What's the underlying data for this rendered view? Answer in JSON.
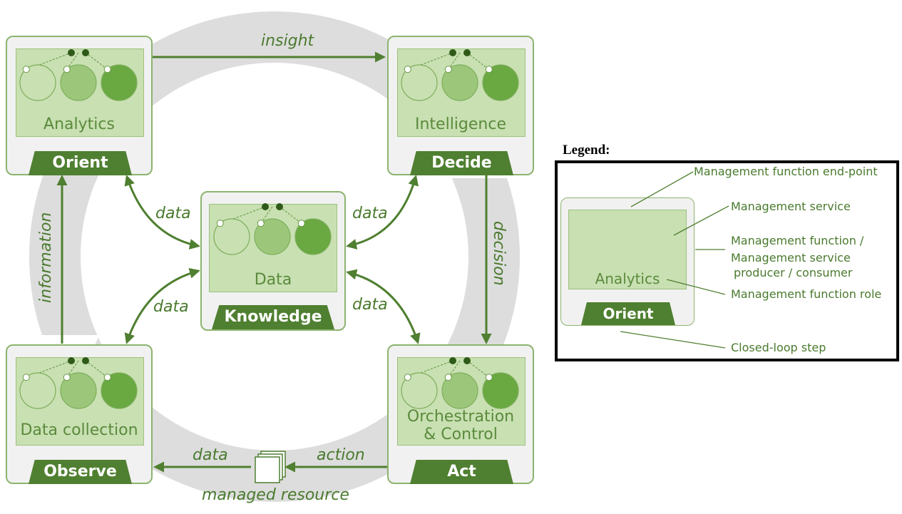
{
  "nodes": {
    "orient": {
      "role": "Analytics",
      "step": "Orient"
    },
    "decide": {
      "role": "Intelligence",
      "step": "Decide"
    },
    "knowledge": {
      "role": "Data",
      "step": "Knowledge"
    },
    "observe": {
      "role": "Data collection",
      "step": "Observe"
    },
    "act": {
      "role_line1": "Orchestration",
      "role_line2": "& Control",
      "step": "Act"
    }
  },
  "edges": {
    "insight": "insight",
    "decision": "decision",
    "information": "information",
    "data_orient_knowledge": "data",
    "data_decide_knowledge": "data",
    "data_observe_knowledge": "data",
    "data_act_knowledge": "data",
    "data_bottom": "data",
    "action": "action",
    "managed_resource": "managed resource"
  },
  "legend": {
    "title": "Legend:",
    "example_role": "Analytics",
    "example_step": "Orient",
    "items": {
      "endpoint": "Management function end-point",
      "service": "Management service",
      "function_line1": "Management function /",
      "function_line2": "Management service",
      "function_line3": "producer / consumer",
      "role": "Management function role",
      "step": "Closed-loop step"
    }
  },
  "colors": {
    "dark_green": "#4f7f30",
    "mid_green": "#9cc77a",
    "light_green": "#c8e0b2",
    "bright_green": "#6aa842",
    "ring_grey": "#dcdcdc"
  }
}
